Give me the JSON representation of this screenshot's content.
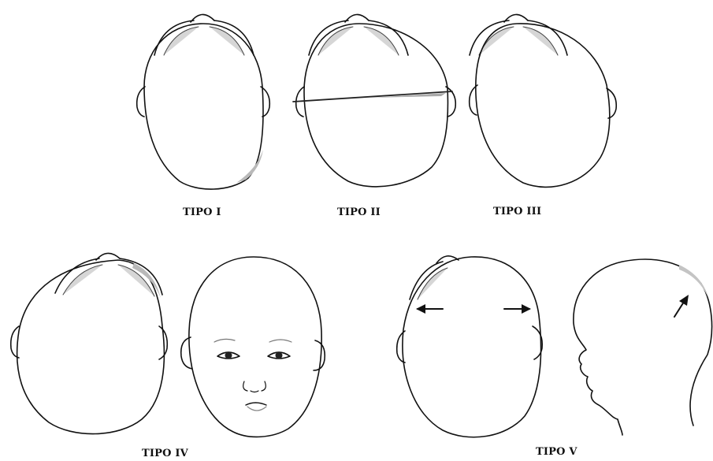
{
  "figure": {
    "panels": [
      {
        "id": "tipo-1",
        "label": "TIPO I"
      },
      {
        "id": "tipo-2",
        "label": "TIPO II"
      },
      {
        "id": "tipo-3",
        "label": "TIPO III"
      },
      {
        "id": "tipo-4",
        "label": "TIPO IV"
      },
      {
        "id": "tipo-5",
        "label": "TIPO V"
      }
    ],
    "colors": {
      "outline": "#111111",
      "shade": "#b9b9b9",
      "background": "#ffffff"
    }
  }
}
